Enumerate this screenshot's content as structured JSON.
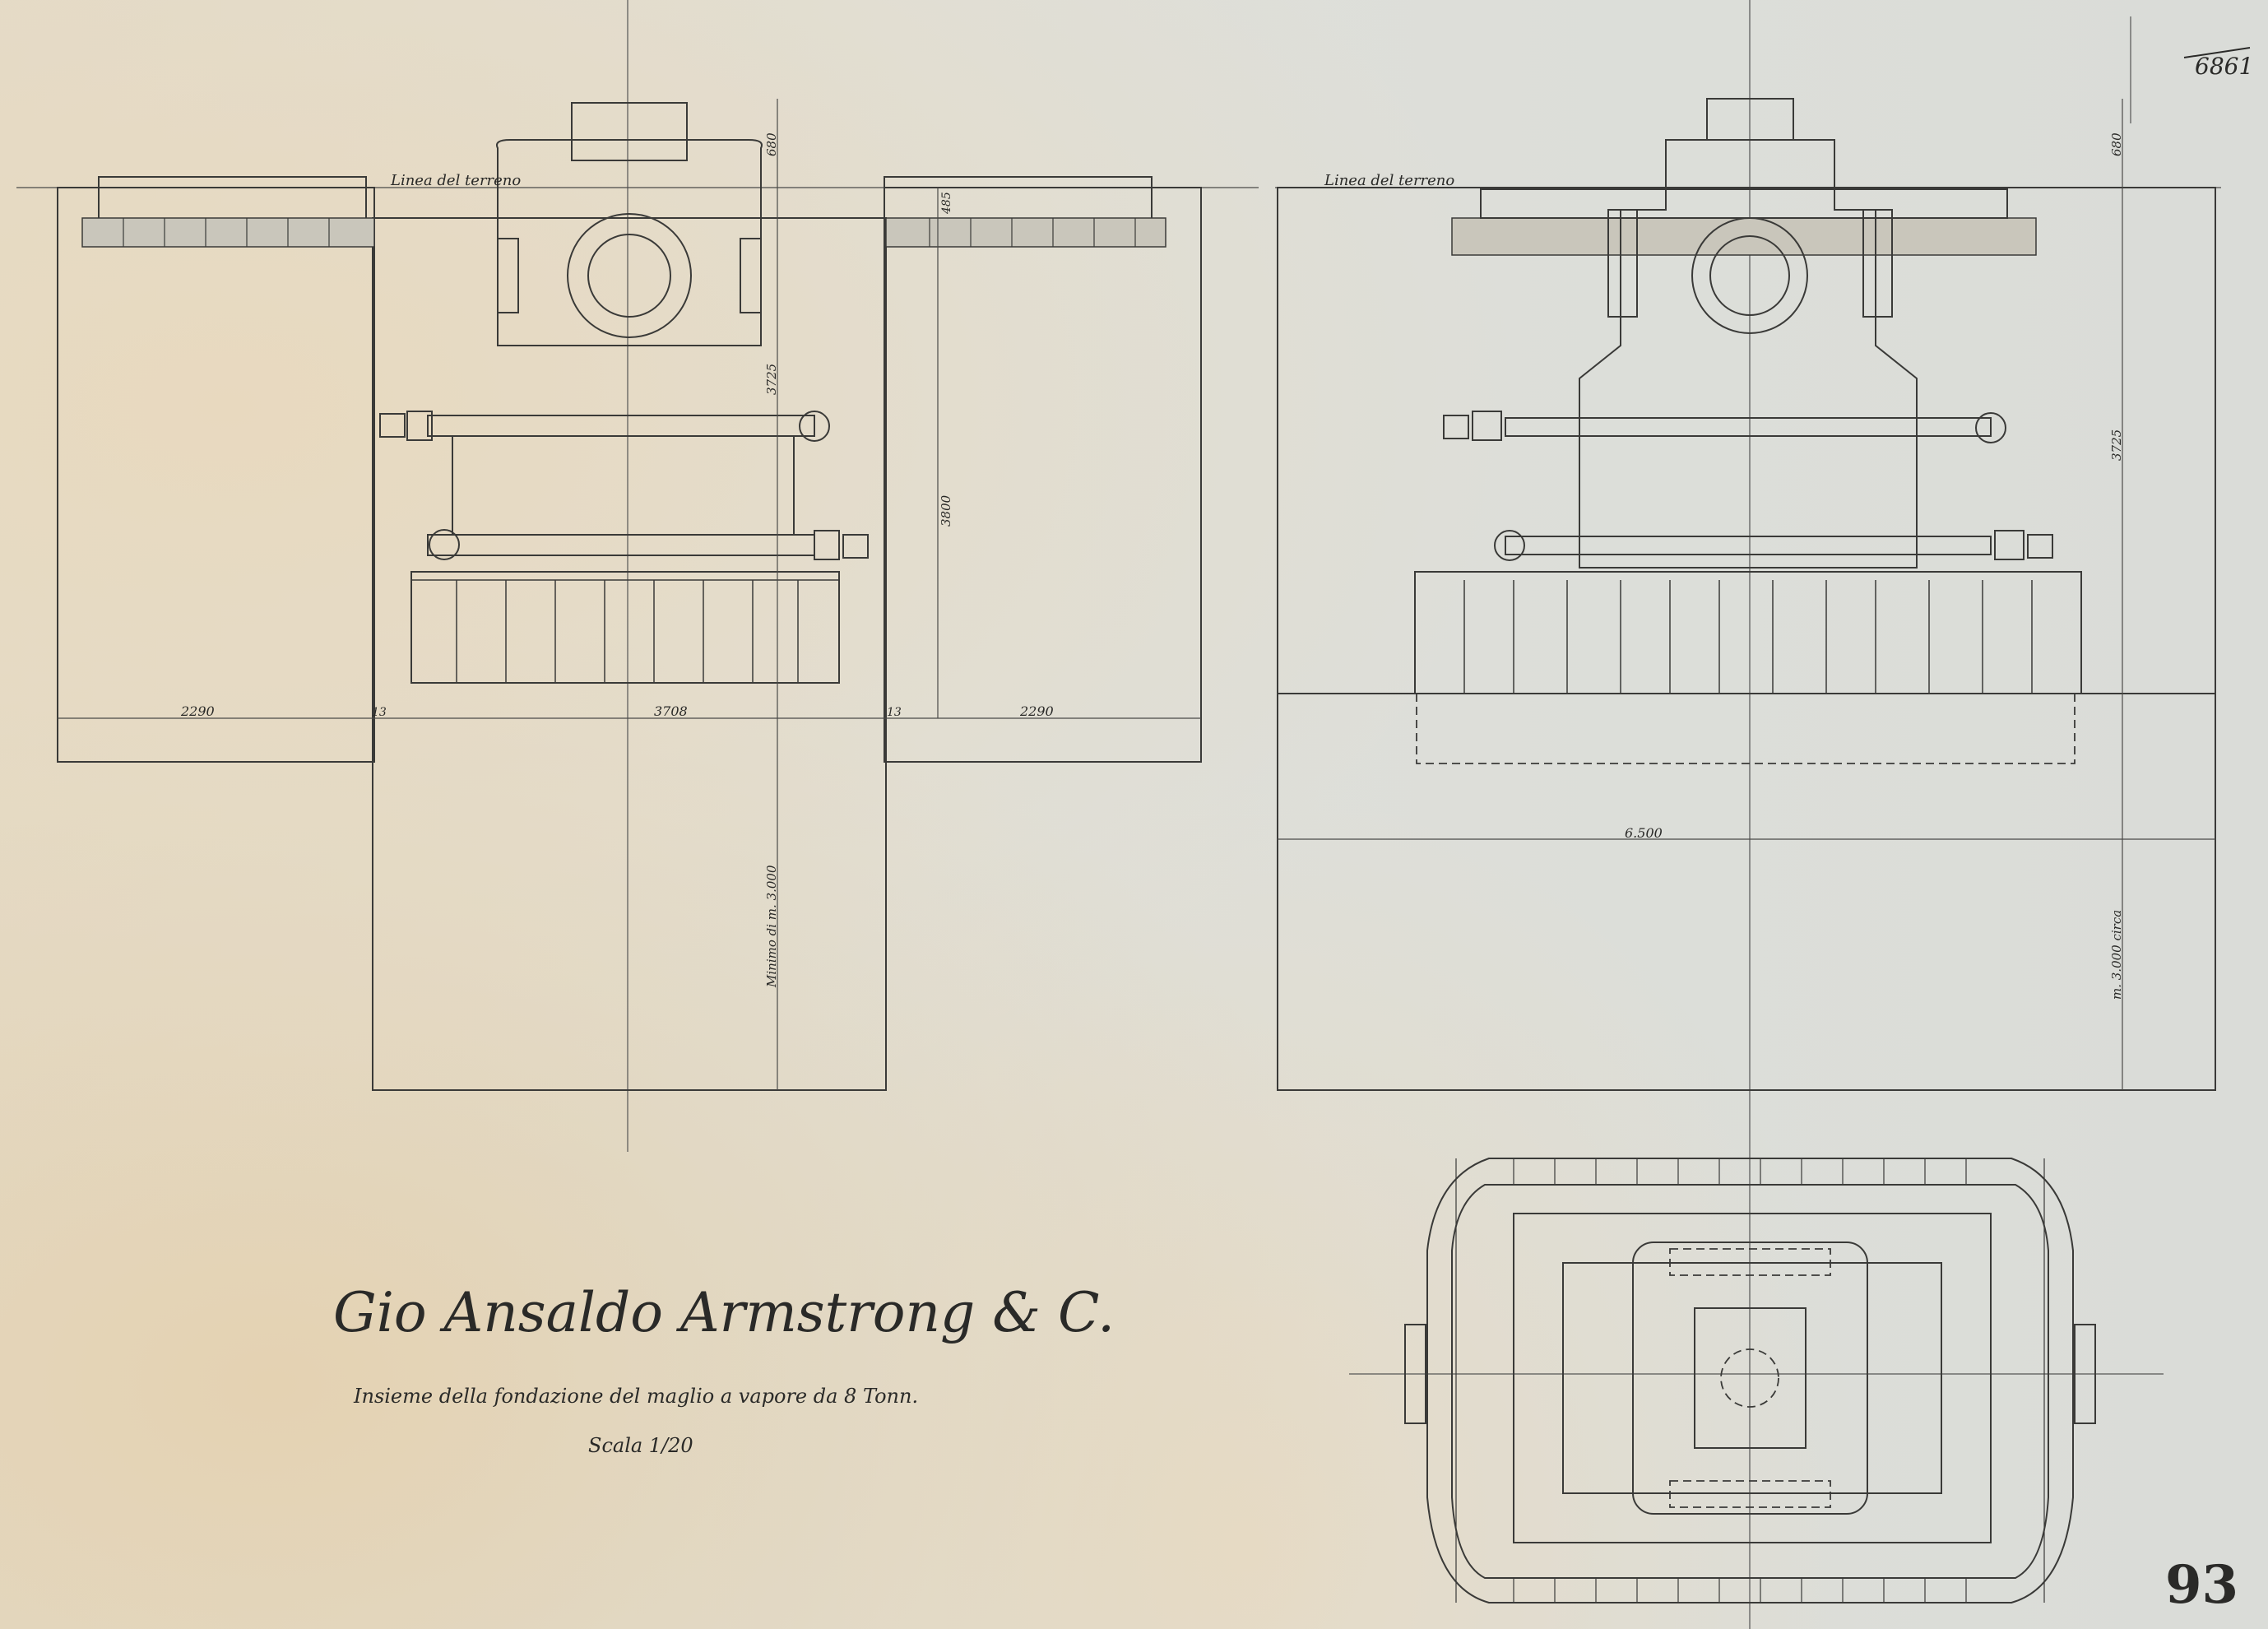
{
  "sheet": {
    "number_top": "6861",
    "number_bottom": "93"
  },
  "title_block": {
    "company": "Gio Ansaldo Armstrong & C.",
    "subtitle": "Insieme della fondazione del maglio a vapore da 8 Tonn.",
    "scale": "Scala 1/20"
  },
  "front_view": {
    "ground_line_label": "Linea del terreno",
    "dims": {
      "left_width": "2290",
      "gap_left": "13",
      "center_width": "3708",
      "gap_right": "13",
      "right_width": "2290",
      "top_height": "680",
      "height_3725": "3725",
      "slab": "485",
      "height_3800": "3800",
      "depth_note": "Minimo di m. 3.000"
    }
  },
  "side_view": {
    "ground_line_label": "Linea del terreno",
    "dims": {
      "top_height": "680",
      "height_3725": "3725",
      "width": "6.500",
      "depth_note": "m. 3.000 circa"
    }
  },
  "colors": {
    "paper": "#dfe0da",
    "ink": "#2a2a28"
  }
}
